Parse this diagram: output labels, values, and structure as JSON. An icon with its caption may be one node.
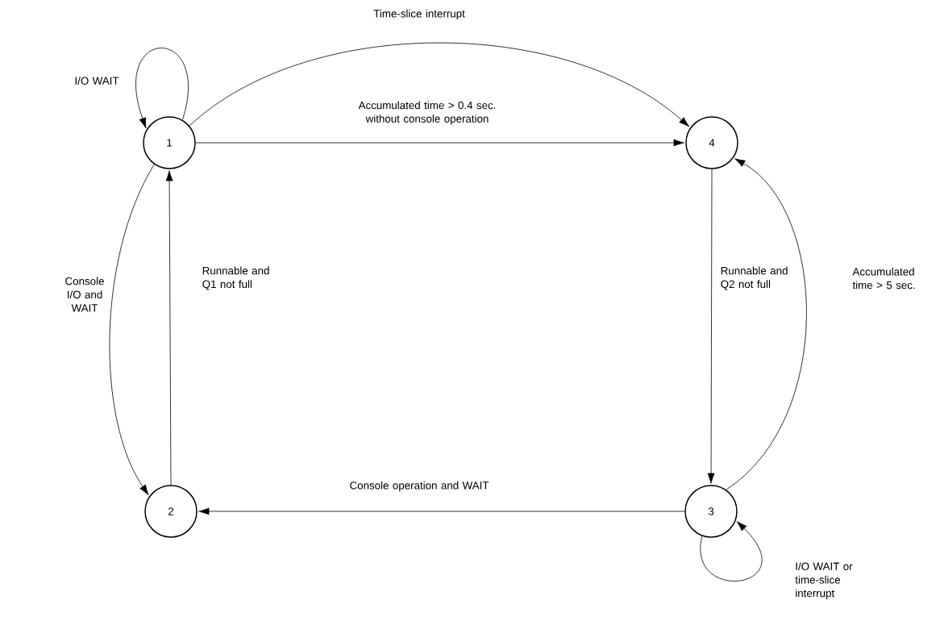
{
  "diagram": {
    "nodes": [
      {
        "text": [
          "1"
        ]
      },
      {
        "text": [
          "4"
        ]
      },
      {
        "text": [
          "2"
        ]
      },
      {
        "text": [
          "3"
        ]
      }
    ],
    "edges": [
      {
        "from": 0,
        "to": 0,
        "arrow": "to",
        "label": "I/O WAIT"
      },
      {
        "from": 0,
        "to": 1,
        "arrow": "to",
        "label": "Time-slice interrupt"
      },
      {
        "from": 0,
        "to": 1,
        "arrow": "to",
        "label": "Accumulated time > 0.4 sec. without console operation"
      },
      {
        "from": 0,
        "to": 2,
        "arrow": "to",
        "label": "Console I/O and WAIT"
      },
      {
        "from": 2,
        "to": 0,
        "arrow": "to",
        "label": "Runnable and Q1 not full"
      },
      {
        "from": 1,
        "to": 3,
        "arrow": "to",
        "label": "Runnable and Q2 not full"
      },
      {
        "from": 3,
        "to": 1,
        "arrow": "to",
        "label": "Accumulated time > 5 sec."
      },
      {
        "from": 3,
        "to": 2,
        "arrow": "to",
        "label": "Console operation and WAIT"
      },
      {
        "from": 3,
        "to": 3,
        "arrow": "to",
        "label": "I/O WAIT or time-slice interrupt"
      }
    ]
  }
}
